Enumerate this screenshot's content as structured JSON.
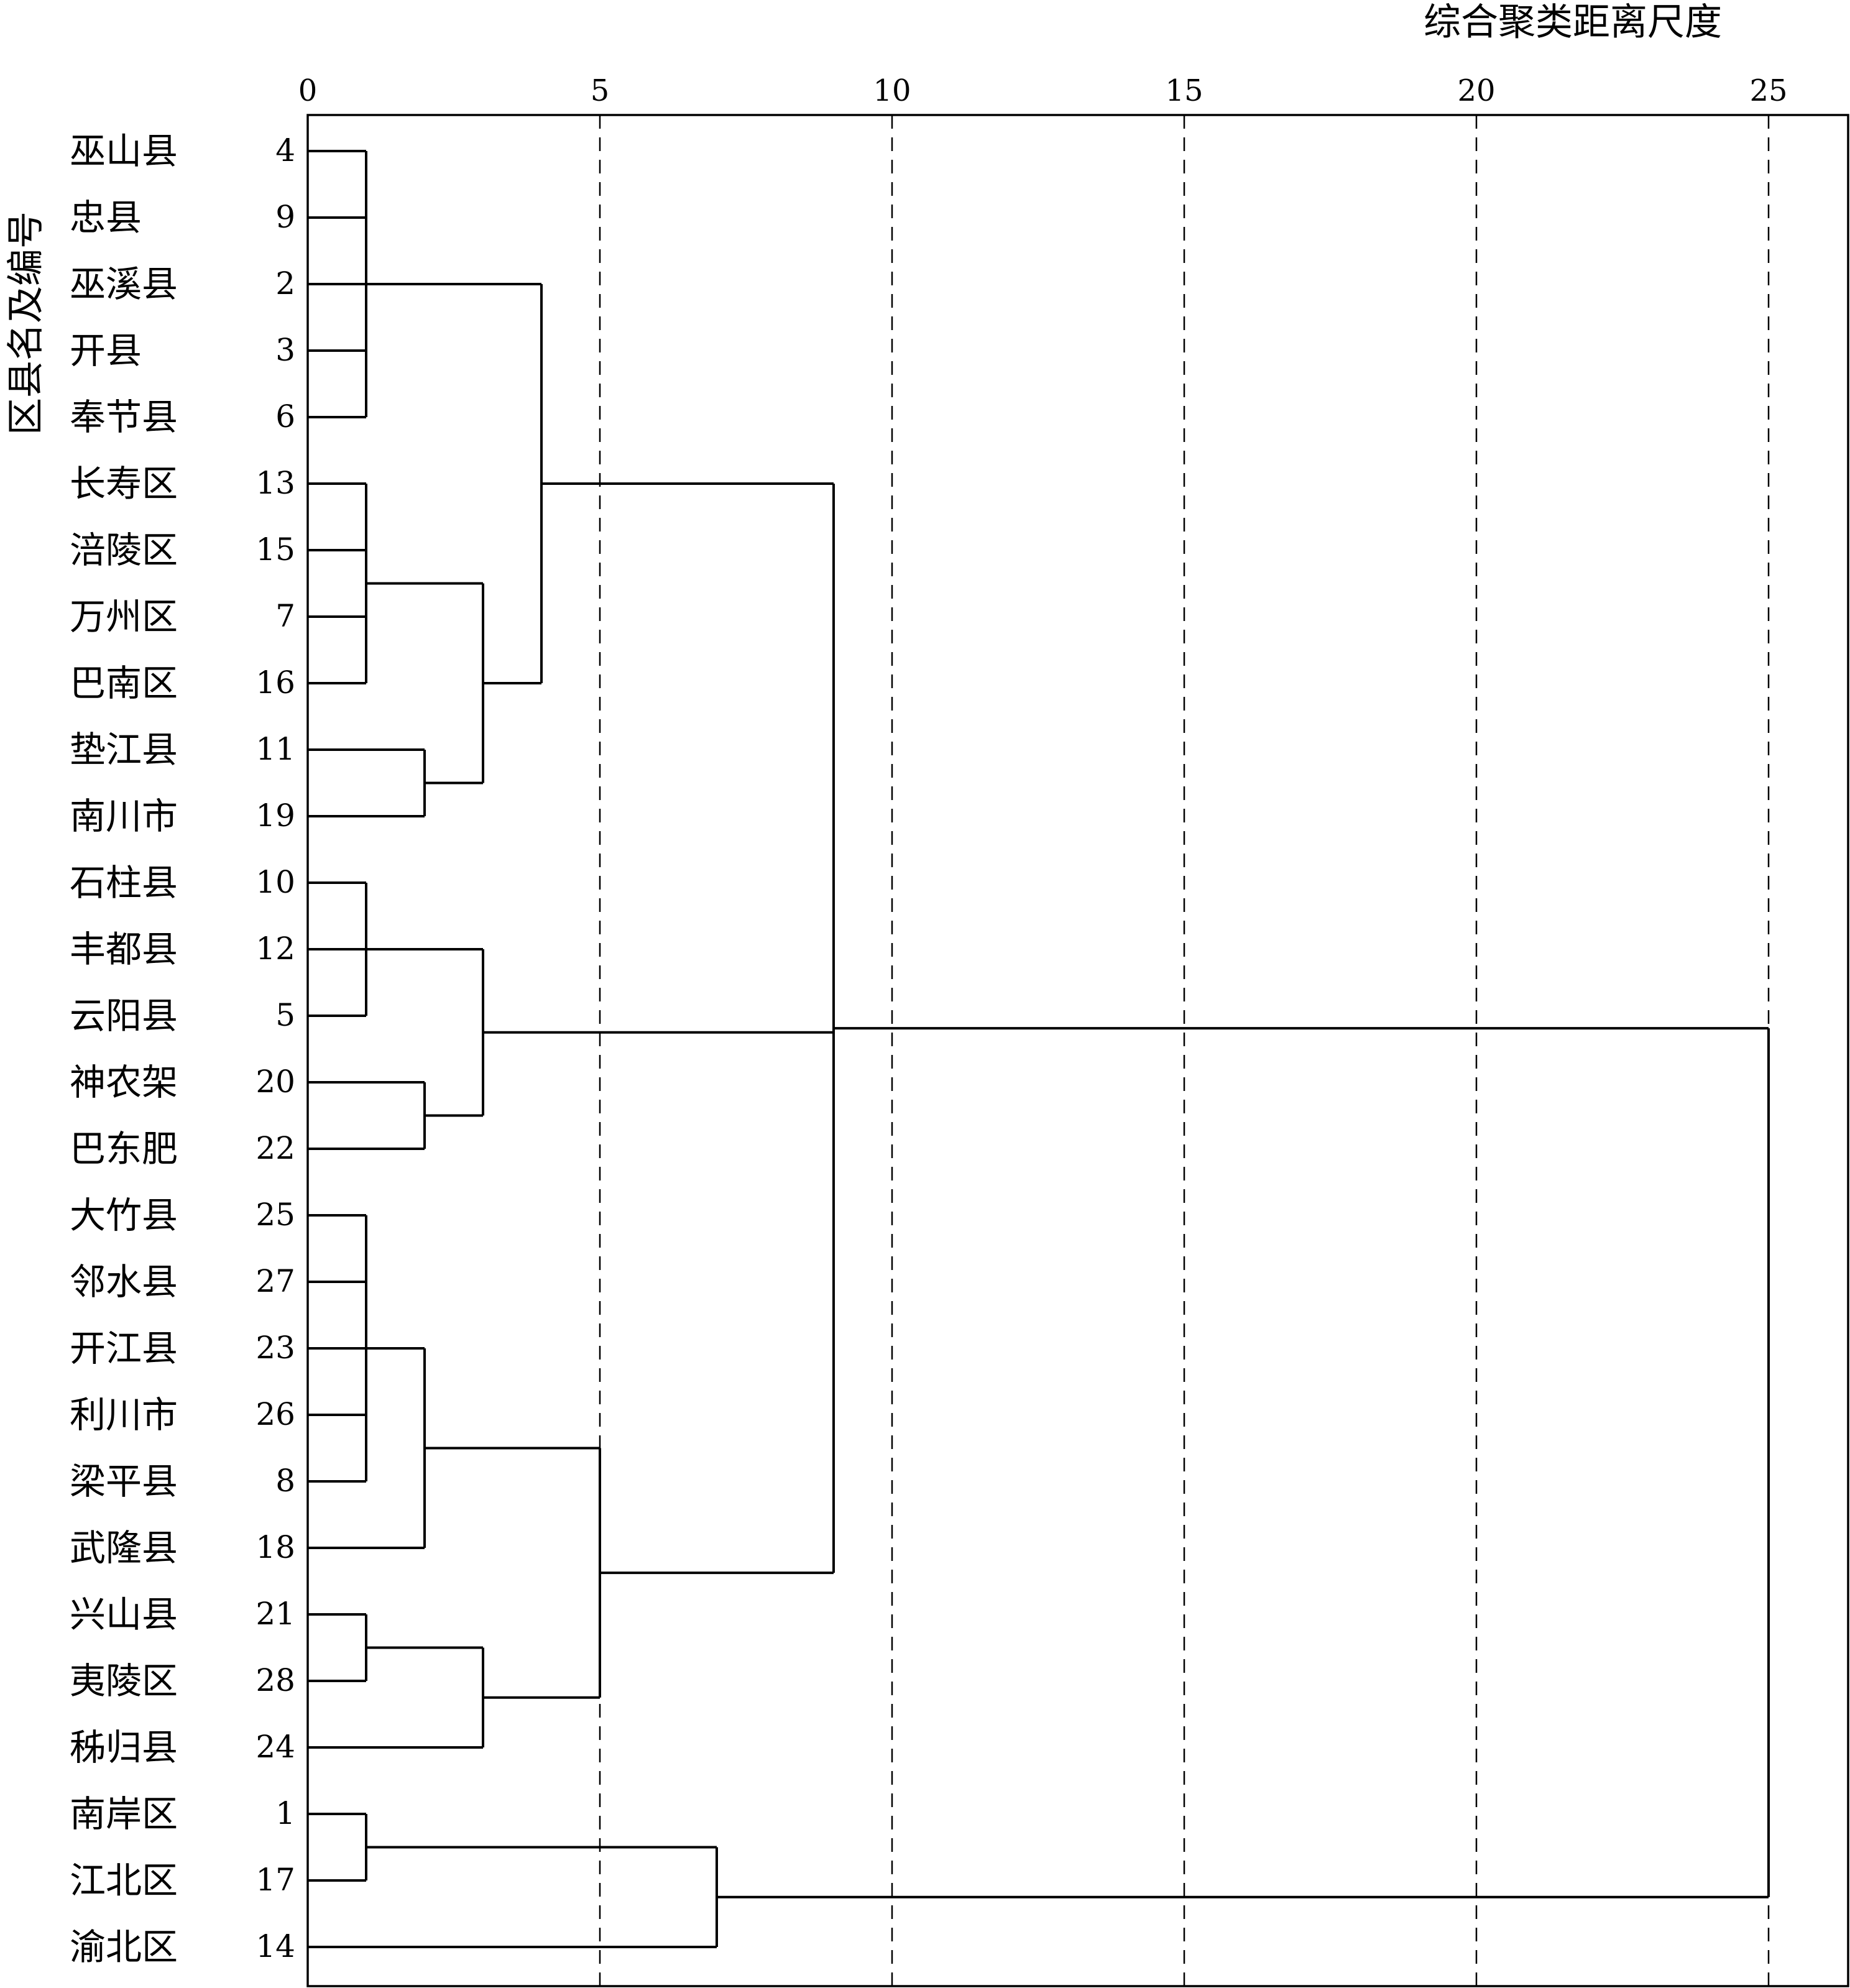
{
  "chart_data": {
    "type": "dendrogram",
    "xlabel": "综合聚类距离尺度",
    "ylabel": "区县名及编号",
    "xlim": [
      0,
      25
    ],
    "xticks": [
      0,
      5,
      10,
      15,
      20,
      25
    ],
    "grid": "vertical dashed at major ticks",
    "leaves": [
      {
        "name": "巫山县",
        "id": "4"
      },
      {
        "name": "忠县",
        "id": "9"
      },
      {
        "name": "巫溪县",
        "id": "2"
      },
      {
        "name": "开县",
        "id": "3"
      },
      {
        "name": "奉节县",
        "id": "6"
      },
      {
        "name": "长寿区",
        "id": "13"
      },
      {
        "name": "涪陵区",
        "id": "15"
      },
      {
        "name": "万州区",
        "id": "7"
      },
      {
        "name": "巴南区",
        "id": "16"
      },
      {
        "name": "垫江县",
        "id": "11"
      },
      {
        "name": "南川市",
        "id": "19"
      },
      {
        "name": "石柱县",
        "id": "10"
      },
      {
        "name": "丰都县",
        "id": "12"
      },
      {
        "name": "云阳县",
        "id": "5"
      },
      {
        "name": "神农架",
        "id": "20"
      },
      {
        "name": "巴东肥",
        "id": "22"
      },
      {
        "name": "大竹县",
        "id": "25"
      },
      {
        "name": "邻水县",
        "id": "27"
      },
      {
        "name": "开江县",
        "id": "23"
      },
      {
        "name": "利川市",
        "id": "26"
      },
      {
        "name": "梁平县",
        "id": "8"
      },
      {
        "name": "武隆县",
        "id": "18"
      },
      {
        "name": "兴山县",
        "id": "21"
      },
      {
        "name": "夷陵区",
        "id": "28"
      },
      {
        "name": "秭归县",
        "id": "24"
      },
      {
        "name": "南岸区",
        "id": "1"
      },
      {
        "name": "江北区",
        "id": "17"
      },
      {
        "name": "渝北区",
        "id": "14"
      }
    ],
    "merges": [
      {
        "id": "A",
        "children": [
          0,
          1,
          2,
          3,
          4
        ],
        "distance": 1
      },
      {
        "id": "B",
        "children": [
          5,
          6,
          7,
          8
        ],
        "distance": 1
      },
      {
        "id": "C",
        "children": [
          9,
          10
        ],
        "distance": 2
      },
      {
        "id": "D",
        "children": [
          "B",
          "C"
        ],
        "distance": 3
      },
      {
        "id": "E",
        "children": [
          "A",
          "D"
        ],
        "distance": 4
      },
      {
        "id": "F",
        "children": [
          11,
          12,
          13
        ],
        "distance": 1
      },
      {
        "id": "G",
        "children": [
          14,
          15
        ],
        "distance": 2
      },
      {
        "id": "H",
        "children": [
          "F",
          "G"
        ],
        "distance": 3
      },
      {
        "id": "I",
        "children": [
          16,
          17,
          18,
          19,
          20
        ],
        "distance": 1
      },
      {
        "id": "J",
        "children": [
          "I",
          21
        ],
        "distance": 2
      },
      {
        "id": "K",
        "children": [
          22,
          23
        ],
        "distance": 1
      },
      {
        "id": "L",
        "children": [
          "K",
          24
        ],
        "distance": 3
      },
      {
        "id": "M",
        "children": [
          "J",
          "L"
        ],
        "distance": 5
      },
      {
        "id": "N",
        "children": [
          "E",
          "H",
          "M"
        ],
        "distance": 9
      },
      {
        "id": "O",
        "children": [
          25,
          26
        ],
        "distance": 1
      },
      {
        "id": "P",
        "children": [
          "O",
          27
        ],
        "distance": 7
      },
      {
        "id": "Q",
        "children": [
          "N",
          "P"
        ],
        "distance": 25
      }
    ]
  }
}
